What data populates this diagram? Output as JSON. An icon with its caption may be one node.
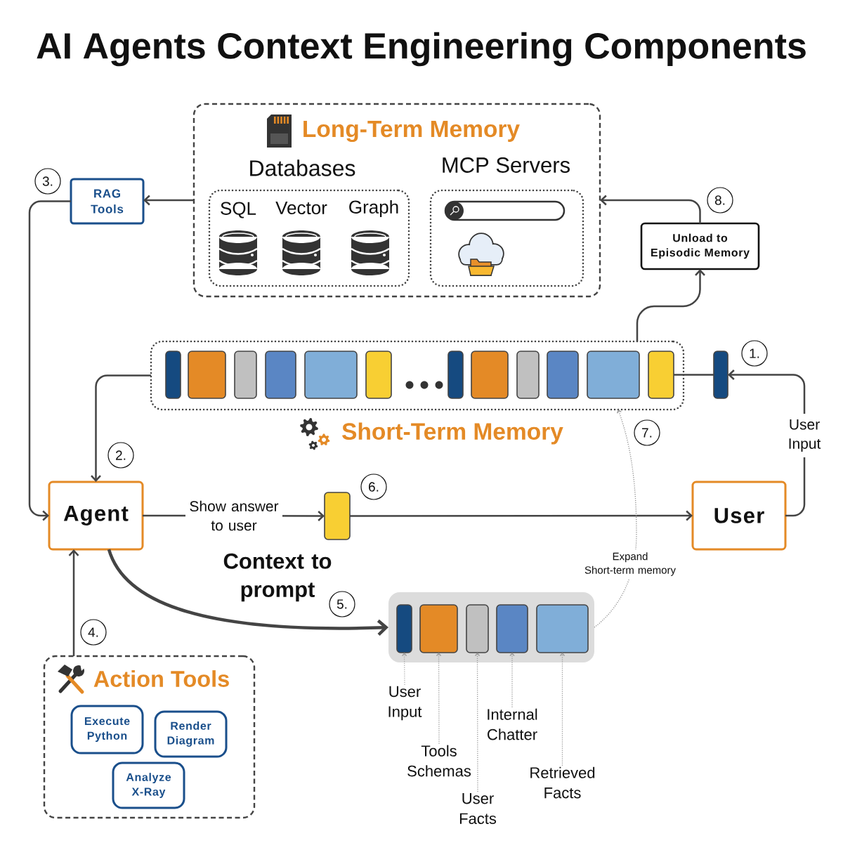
{
  "diagram": {
    "title": "AI Agents Context Engineering Components",
    "nodes": [
      {
        "text": [
          "Long-Term Memory"
        ]
      },
      {
        "text": [
          "Databases",
          "SQL",
          "Vector",
          "Graph"
        ],
        "in": 0
      },
      {
        "text": [
          "MCP Servers"
        ],
        "in": 0
      },
      {
        "text": [
          "RAG Tools"
        ]
      },
      {
        "text": [
          "Unload to Episodic Memory"
        ]
      },
      {
        "text": [
          "Short-Term Memory"
        ]
      },
      {
        "text": [],
        "shape": "bar"
      },
      {
        "text": [
          "Agent"
        ]
      },
      {
        "text": [],
        "shape": "bar"
      },
      {
        "text": [
          "User"
        ]
      },
      {
        "text": [],
        "shape": "box"
      },
      {
        "text": [],
        "shape": "bar",
        "in": 10
      },
      {
        "text": [],
        "shape": "bar",
        "in": 10
      },
      {
        "text": [],
        "shape": "bar",
        "in": 10
      },
      {
        "text": [],
        "shape": "bar",
        "in": 10
      },
      {
        "text": [],
        "shape": "bar",
        "in": 10
      },
      {
        "text": [
          "Action Tools"
        ]
      },
      {
        "text": [
          "Execute Python"
        ],
        "in": 16
      },
      {
        "text": [
          "Render Diagram"
        ],
        "in": 16
      },
      {
        "text": [
          "Analyze X-Ray"
        ],
        "in": 16
      },
      {
        "text": [
          "User Input"
        ]
      },
      {
        "text": [
          "Tools Schemas"
        ]
      },
      {
        "text": [
          "User Facts"
        ]
      },
      {
        "text": [
          "Internal Chatter"
        ]
      },
      {
        "text": [
          "Retrieved Facts"
        ]
      },
      {
        "text": [],
        "shape": "bar",
        "in": 5
      },
      {
        "text": [],
        "shape": "bar",
        "in": 5
      },
      {
        "text": [],
        "shape": "bar",
        "in": 5
      },
      {
        "text": [],
        "shape": "bar",
        "in": 5
      },
      {
        "text": [],
        "shape": "bar",
        "in": 5
      },
      {
        "text": [],
        "shape": "bar",
        "in": 5
      },
      {
        "text": [],
        "shape": "bar",
        "in": 5
      },
      {
        "text": [],
        "shape": "bar",
        "in": 5
      },
      {
        "text": [],
        "shape": "bar",
        "in": 5
      },
      {
        "text": [],
        "shape": "bar",
        "in": 5
      },
      {
        "text": [],
        "shape": "bar",
        "in": 5
      },
      {
        "text": [],
        "shape": "bar",
        "in": 5
      }
    ],
    "edges": [
      {
        "from": 0,
        "to": 3,
        "arrow": "to"
      },
      {
        "from": 3,
        "to": 7,
        "arrow": "to"
      },
      {
        "from": 5,
        "to": 7,
        "arrow": "to"
      },
      {
        "from": 16,
        "to": 7,
        "arrow": "to"
      },
      {
        "from": 7,
        "to": 8,
        "arrow": "to",
        "label": "Show answer to user"
      },
      {
        "from": 8,
        "to": 9,
        "arrow": "to"
      },
      {
        "from": 9,
        "to": 6,
        "arrow": "to",
        "label": "User Input"
      },
      {
        "from": 6,
        "to": 36,
        "arrow": "none"
      },
      {
        "from": 5,
        "to": 4,
        "arrow": "to"
      },
      {
        "from": 4,
        "to": 0,
        "arrow": "to"
      },
      {
        "from": 7,
        "to": 10,
        "arrow": "to",
        "label": "Context to prompt",
        "style": "thick"
      },
      {
        "from": 10,
        "to": 5,
        "arrow": "to",
        "label": "Expand Short-term memory",
        "style": "dashed",
        "color": "#8c8c8c"
      },
      {
        "from": 20,
        "to": 11,
        "arrow": "to",
        "style": "dashed",
        "color": "#999999"
      },
      {
        "from": 21,
        "to": 12,
        "arrow": "to",
        "style": "dashed",
        "color": "#999999"
      },
      {
        "from": 22,
        "to": 13,
        "arrow": "to",
        "style": "dashed",
        "color": "#999999"
      },
      {
        "from": 23,
        "to": 14,
        "arrow": "to",
        "style": "dashed",
        "color": "#999999"
      },
      {
        "from": 24,
        "to": 15,
        "arrow": "to",
        "style": "dashed",
        "color": "#999999"
      }
    ],
    "labels": [
      "3.",
      "8.",
      "1.",
      "7.",
      "2.",
      "6.",
      "5.",
      "4."
    ]
  }
}
